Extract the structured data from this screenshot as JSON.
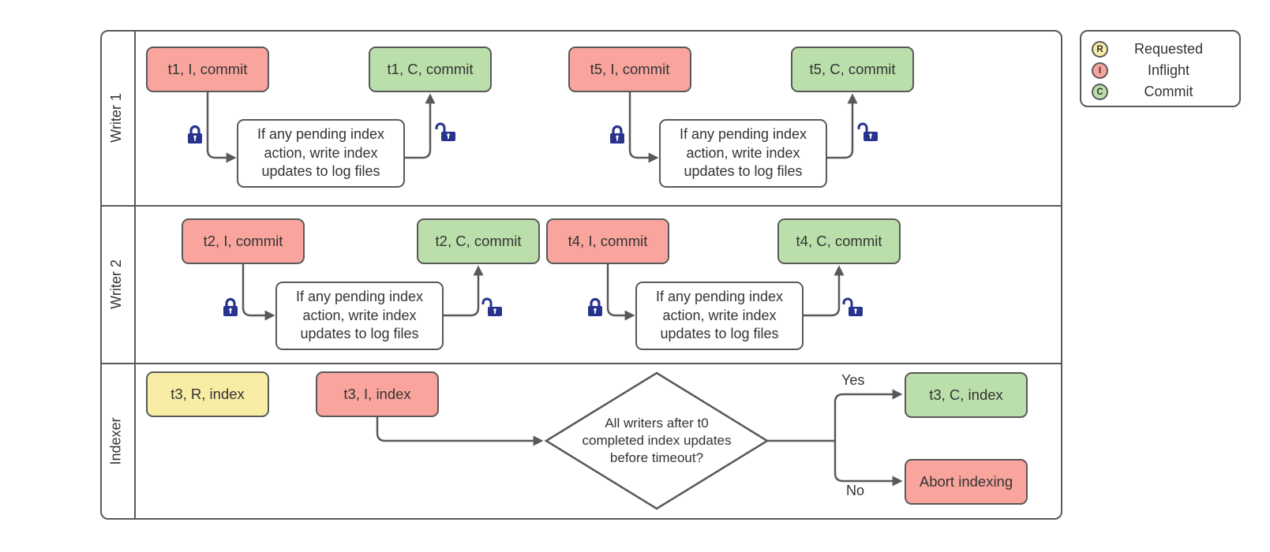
{
  "diagram": {
    "lanes": [
      {
        "label": "Writer 1"
      },
      {
        "label": "Writer 2"
      },
      {
        "label": "Indexer"
      }
    ],
    "nodes": {
      "t1_inflight": "t1, I, commit",
      "t1_commit": "t1, C, commit",
      "t5_inflight": "t5, I, commit",
      "t5_commit": "t5, C, commit",
      "t2_inflight": "t2, I, commit",
      "t2_commit": "t2, C, commit",
      "t4_inflight": "t4, I, commit",
      "t4_commit": "t4, C, commit",
      "t3_requested": "t3, R, index",
      "t3_inflight": "t3, I, index",
      "t3_commit": "t3, C, index",
      "abort": "Abort indexing",
      "process": "If any pending index action, write index updates to log files",
      "decision": "All writers after t0 completed index updates before timeout?"
    },
    "edge_labels": {
      "yes": "Yes",
      "no": "No"
    }
  },
  "legend": {
    "items": [
      {
        "symbol": "R",
        "label": "Requested",
        "state": "requested"
      },
      {
        "symbol": "I",
        "label": "Inflight",
        "state": "inflight"
      },
      {
        "symbol": "C",
        "label": "Commit",
        "state": "commit"
      }
    ]
  },
  "colors": {
    "requested": "#f8eda5",
    "inflight": "#f9a59d",
    "commit": "#bbdfaa",
    "stroke": "#595959",
    "lock": "#28338e",
    "text": "#333333"
  }
}
